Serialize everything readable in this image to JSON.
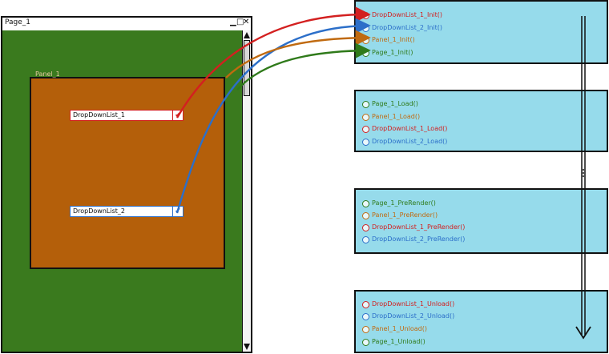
{
  "window": {
    "title": "Page_1",
    "controls": [
      "▁",
      "□",
      "✕"
    ]
  },
  "panel": {
    "label": "Panel_1"
  },
  "dropdowns": [
    {
      "label": "DropDownList_1",
      "color": "#d32020"
    },
    {
      "label": "DropDownList_2",
      "color": "#2c6fc9"
    }
  ],
  "event_groups": [
    {
      "stage": "Init",
      "items": [
        {
          "label": "DropDownList_1_Init()",
          "color": "red"
        },
        {
          "label": "DropDownList_2_Init()",
          "color": "blue"
        },
        {
          "label": "Panel_1_Init()",
          "color": "orange"
        },
        {
          "label": "Page_1_Init()",
          "color": "green"
        }
      ]
    },
    {
      "stage": "Load",
      "items": [
        {
          "label": "Page_1_Load()",
          "color": "green"
        },
        {
          "label": "Panel_1_Load()",
          "color": "orange"
        },
        {
          "label": "DropDownList_1_Load()",
          "color": "red"
        },
        {
          "label": "DropDownList_2_Load()",
          "color": "blue"
        }
      ]
    },
    {
      "stage": "PreRender",
      "items": [
        {
          "label": "Page_1_PreRender()",
          "color": "green"
        },
        {
          "label": "Panel_1_PreRender()",
          "color": "orange"
        },
        {
          "label": "DropDownList_1_PreRender()",
          "color": "red"
        },
        {
          "label": "DropDownList_2_PreRender()",
          "color": "blue"
        }
      ]
    },
    {
      "stage": "Unload",
      "items": [
        {
          "label": "DropDownList_1_Unload()",
          "color": "red"
        },
        {
          "label": "DropDownList_2_Unload()",
          "color": "blue"
        },
        {
          "label": "Panel_1_Unload()",
          "color": "orange"
        },
        {
          "label": "Page_1_Unload()",
          "color": "green"
        }
      ]
    }
  ],
  "colors": {
    "page": "#3a7a1e",
    "panel": "#b45f0a",
    "event_box": "#96dbeb",
    "red": "#d32020",
    "blue": "#2c6fc9",
    "orange": "#c06a10",
    "green": "#2f7a1a"
  }
}
